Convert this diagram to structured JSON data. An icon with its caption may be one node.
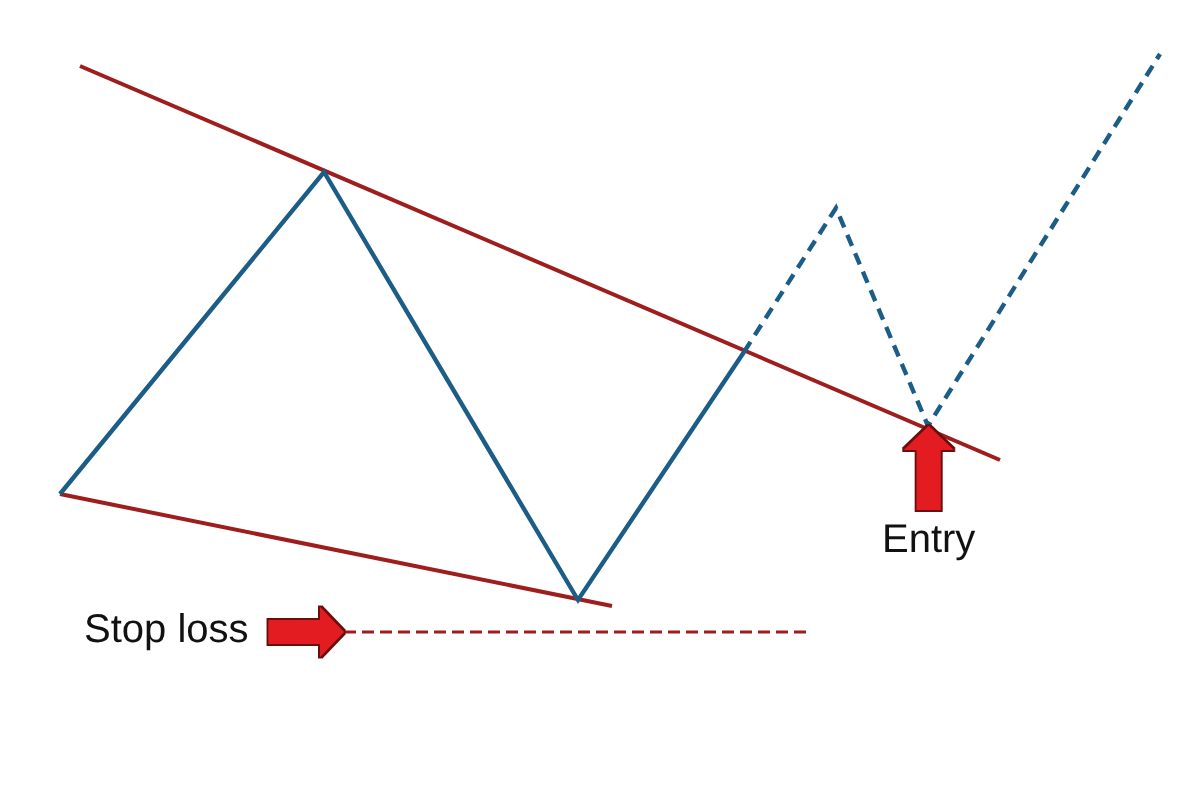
{
  "diagram": {
    "nodes": [
      {
        "text": [
          "Stop loss"
        ]
      },
      {
        "text": [],
        "shape": "line"
      },
      {
        "text": [
          "Entry"
        ]
      },
      {
        "text": [],
        "shape": "line"
      }
    ],
    "edges": [
      {
        "from": 0,
        "to": 1,
        "arrow": "to"
      },
      {
        "from": 2,
        "to": 3,
        "arrow": "to"
      }
    ]
  }
}
